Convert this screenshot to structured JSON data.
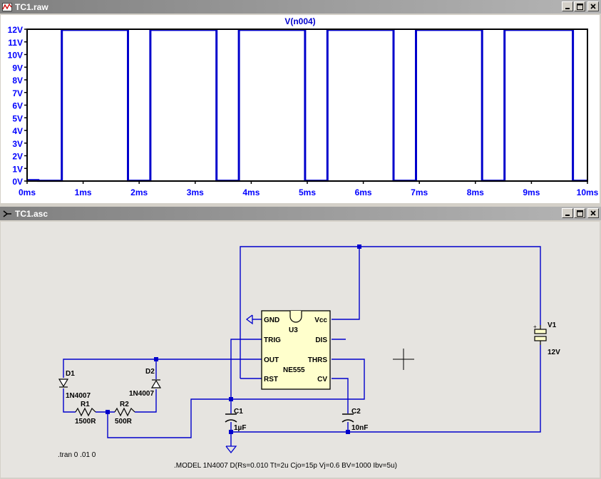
{
  "waveform_window": {
    "title": "TC1.raw",
    "trace_label": "V(n004)",
    "colors": {
      "background": "#ffffff",
      "trace": "#0000cc",
      "axis_text": "#0000ff"
    }
  },
  "schematic_window": {
    "title": "TC1.asc",
    "colors": {
      "background": "#e6e4e0",
      "wire": "#0000cc",
      "component_fill": "#ffffcc"
    }
  },
  "chart_data": {
    "type": "line",
    "title": "",
    "series": [
      {
        "name": "V(n004)",
        "x": [
          0,
          0.2,
          0.2,
          0.62,
          0.62,
          1.8,
          1.8,
          2.2,
          2.2,
          3.38,
          3.38,
          3.78,
          3.78,
          4.96,
          4.96,
          5.36,
          5.36,
          6.54,
          6.54,
          6.94,
          6.94,
          8.12,
          8.12,
          8.52,
          8.52,
          9.74,
          9.74,
          10.0
        ],
        "y": [
          0.07,
          0.07,
          0.02,
          0.02,
          11.95,
          11.95,
          0.02,
          0.02,
          11.95,
          11.95,
          0.02,
          0.02,
          11.95,
          11.95,
          0.02,
          0.02,
          11.95,
          11.95,
          0.02,
          0.02,
          11.95,
          11.95,
          0.02,
          0.02,
          11.95,
          11.95,
          0.02,
          0.02
        ]
      }
    ],
    "xlabel": "",
    "ylabel": "",
    "xlim": [
      0,
      10
    ],
    "ylim": [
      0,
      12
    ],
    "x_tick_labels": [
      "0ms",
      "1ms",
      "2ms",
      "3ms",
      "4ms",
      "5ms",
      "6ms",
      "7ms",
      "8ms",
      "9ms",
      "10ms"
    ],
    "y_tick_labels": [
      "0V",
      "1V",
      "2V",
      "3V",
      "4V",
      "5V",
      "6V",
      "7V",
      "8V",
      "9V",
      "10V",
      "11V",
      "12V"
    ],
    "grid": false,
    "legend": "top-center"
  },
  "schematic": {
    "ic": {
      "ref": "U3",
      "value": "NE555",
      "pins": {
        "gnd": "GND",
        "vcc": "Vcc",
        "dis": "DIS",
        "trig": "TRIG",
        "out": "OUT",
        "thrs": "THRS",
        "rst": "RST",
        "cv": "CV"
      }
    },
    "components": {
      "d1_ref": "D1",
      "d1_value": "1N4007",
      "d2_ref": "D2",
      "d2_value": "1N4007",
      "r1_ref": "R1",
      "r1_value": "1500R",
      "r2_ref": "R2",
      "r2_value": "500R",
      "c1_ref": "C1",
      "c1_value": "1µF",
      "c2_ref": "C2",
      "c2_value": "10nF",
      "v1_ref": "V1",
      "v1_value": "12V"
    },
    "directives": {
      "tran": ".tran 0 .01 0",
      "model": ".MODEL 1N4007 D(Rs=0.010 Tt=2u Cjo=15p Vj=0.6 BV=1000 Ibv=5u)"
    }
  }
}
